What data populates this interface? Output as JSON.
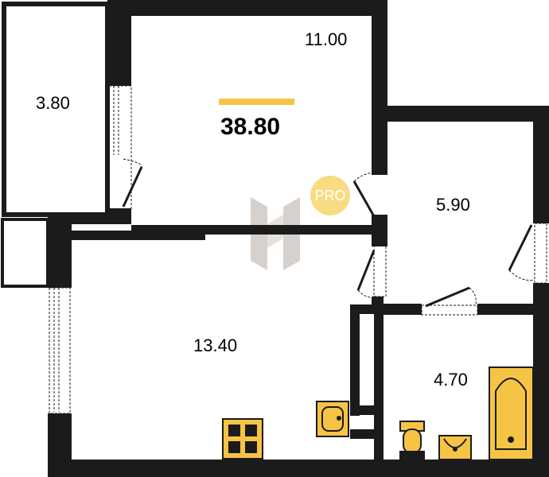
{
  "colors": {
    "wall": "#1b1b1b",
    "accent": "#f6c445",
    "fixture_fill": "#f6c445",
    "background": "#ffffff",
    "badge": "#f8dc82"
  },
  "plan": {
    "total_area": "38.80",
    "badge_text": "PRO",
    "watermark": "H",
    "rooms": [
      {
        "id": "storage",
        "area": "3.80"
      },
      {
        "id": "bedroom",
        "area": "11.00"
      },
      {
        "id": "hallway",
        "area": "5.90"
      },
      {
        "id": "living-kitchen",
        "area": "13.40"
      },
      {
        "id": "bathroom",
        "area": "4.70"
      }
    ]
  }
}
